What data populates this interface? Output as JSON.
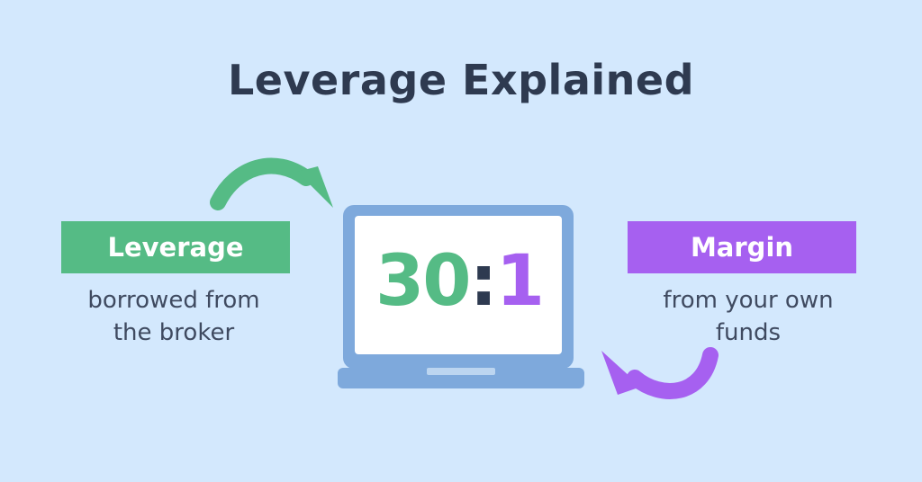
{
  "title": "Leverage Explained",
  "leverage": {
    "label": "Leverage",
    "desc_line1": "borrowed from",
    "desc_line2": "the broker"
  },
  "margin": {
    "label": "Margin",
    "desc_line1": "from your own",
    "desc_line2": "funds"
  },
  "ratio": {
    "left": "30",
    "separator": ":",
    "right": "1"
  },
  "colors": {
    "background": "#d3e8fd",
    "title": "#2e3a50",
    "green": "#55bb85",
    "purple": "#a660f0",
    "laptop_frame": "#7ea9dc",
    "laptop_screen": "#ffffff",
    "separator": "#2e3a50"
  },
  "icons": {
    "left_arrow": "curved-arrow-icon",
    "right_arrow": "curved-arrow-icon",
    "device": "laptop-icon"
  }
}
